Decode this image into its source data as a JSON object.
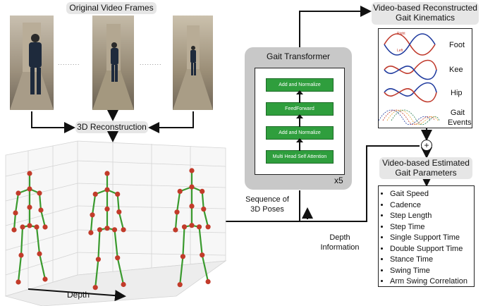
{
  "labels": {
    "original_frames": "Original Video Frames",
    "reconstruction": "3D Reconstruction",
    "gait_transformer": "Gait Transformer",
    "kinematics": "Video-based Reconstructed Gait Kinematics",
    "parameters": "Video-based Estimated Gait Parameters",
    "sequence": "Sequence of 3D Poses",
    "depth_info": "Depth Information",
    "depth_axis": "Depth",
    "x5": "x5",
    "plus": "+"
  },
  "transformer_blocks": [
    "Add and Normalize",
    "FeedForward",
    "Add and Normalize",
    "Multi Head Self Attention"
  ],
  "kinematics_rows": [
    "Foot",
    "Kee",
    "Hip",
    "Gait Events"
  ],
  "kinematics_legend": {
    "right": "Right",
    "left": "Left"
  },
  "parameters": [
    "Gait Speed",
    "Cadence",
    "Step Length",
    "Step Time",
    "Single Support Time",
    "Double Support Time",
    "Stance Time",
    "Swing Time",
    "Arm Swing Correlation"
  ],
  "ellipsis": ".........",
  "colors": {
    "skeleton_line": "#3a9a2e",
    "skeleton_joint": "#c23b2a",
    "block_green": "#2f9e3d",
    "right_curve": "#c0392b",
    "left_curve": "#1f3a9e",
    "label_bg": "#e6e6e6"
  }
}
